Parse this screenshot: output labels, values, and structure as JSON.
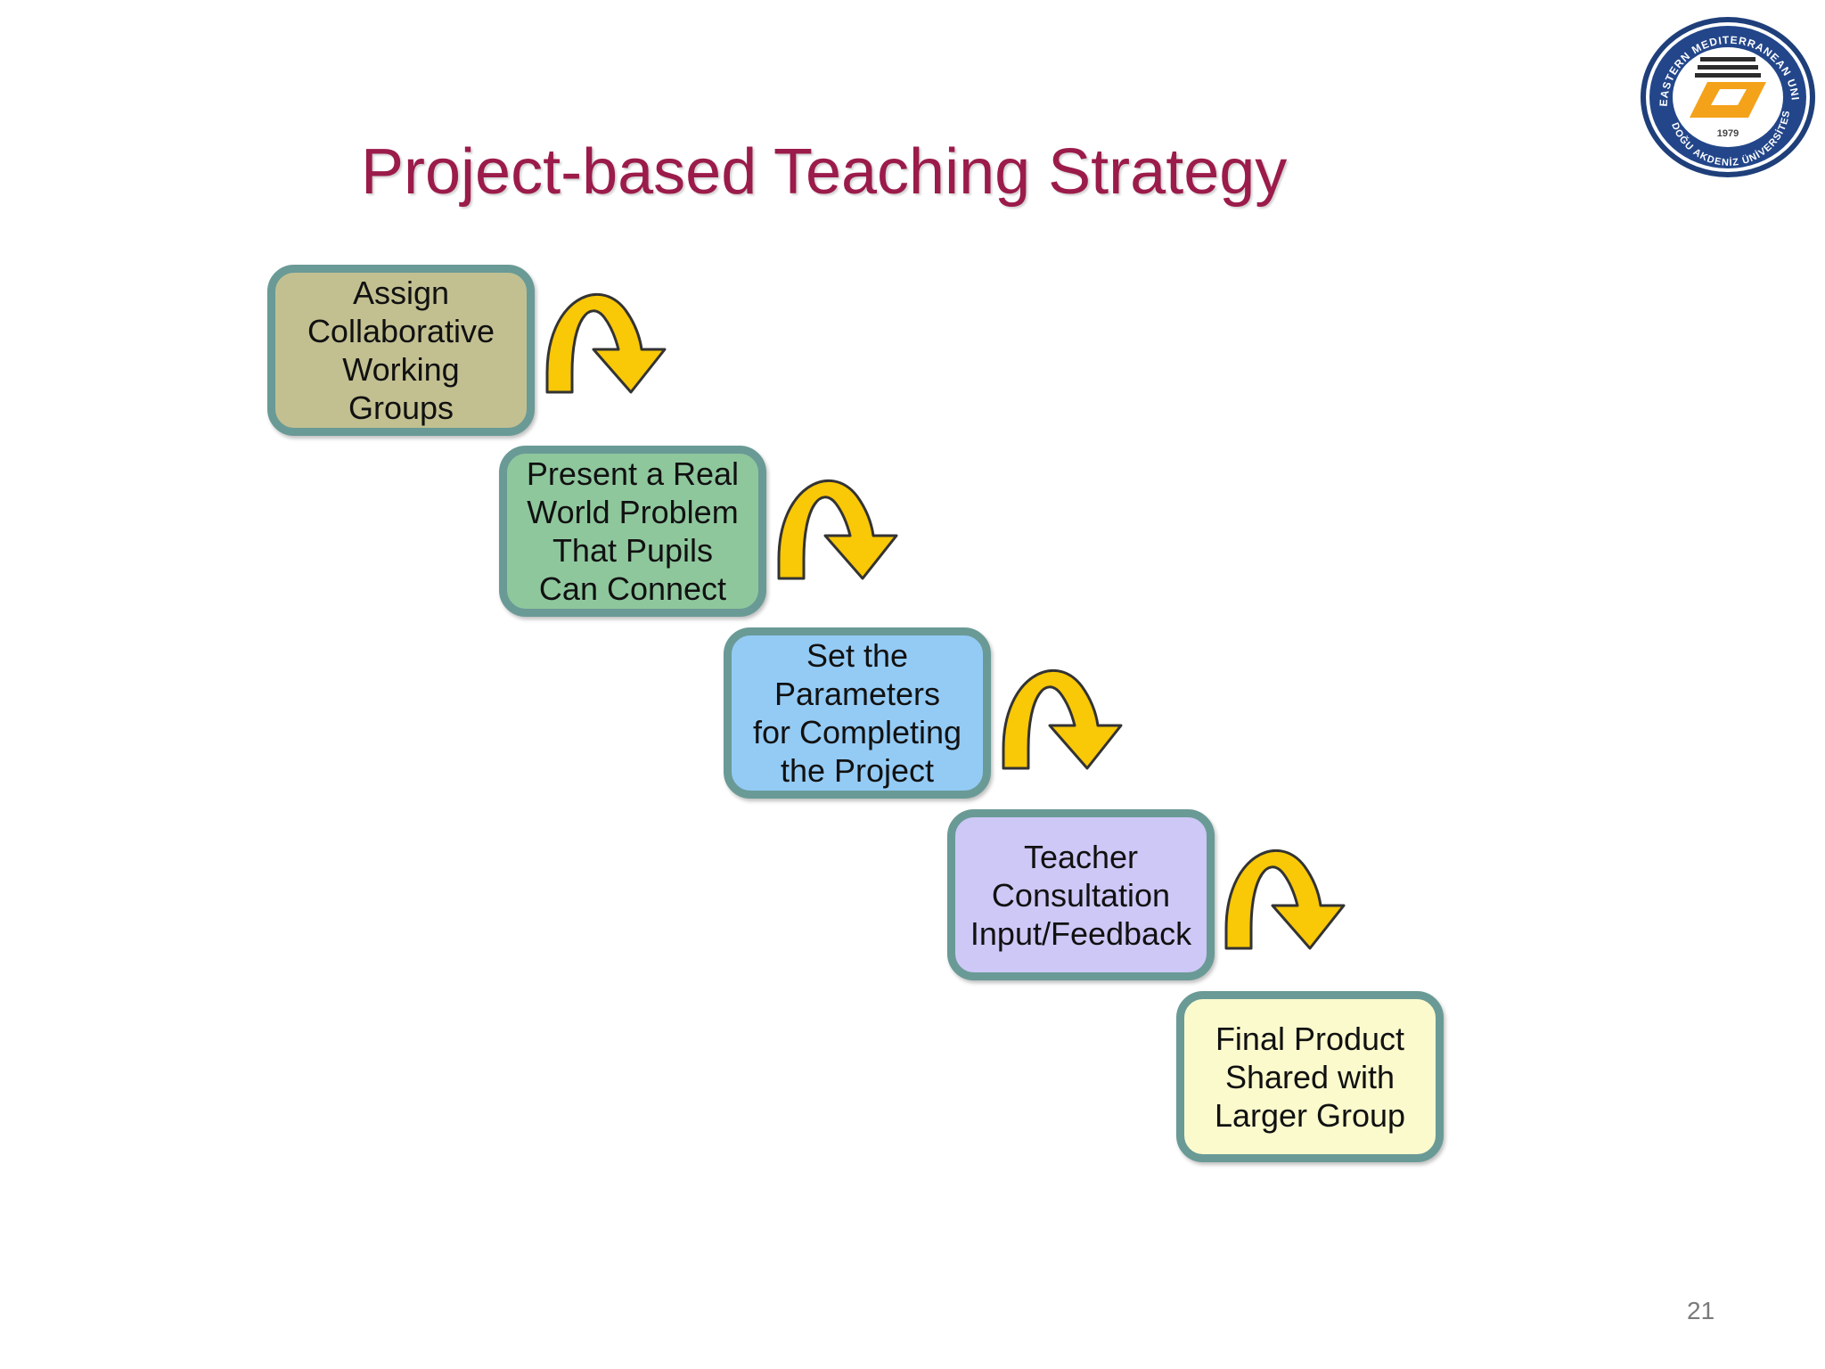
{
  "slide": {
    "title": "Project-based Teaching Strategy",
    "page_number": "21"
  },
  "logo": {
    "top_text": "EASTERN MEDITERRANEAN UNIVERSITY",
    "bottom_text": "DOĞU AKDENİZ ÜNİVERSİTESİ",
    "year": "1979"
  },
  "steps": [
    {
      "label": "Assign\nCollaborative\nWorking\nGroups",
      "fill": "#c2c091"
    },
    {
      "label": "Present a Real\nWorld Problem\nThat Pupils\nCan Connect",
      "fill": "#8fc79d"
    },
    {
      "label": "Set the\nParameters\nfor Completing\nthe Project",
      "fill": "#94cbf5"
    },
    {
      "label": "Teacher\nConsultation\nInput/Feedback",
      "fill": "#cdc8f6"
    },
    {
      "label": "Final Product\nShared with\nLarger Group",
      "fill": "#fafacd"
    }
  ],
  "colors": {
    "title": "#9b1b4a",
    "box_border": "#6a9a96",
    "arrow_fill": "#f9c806",
    "arrow_stroke": "#333333"
  },
  "icons": {
    "connector": "curved-down-arrow-icon",
    "logo": "university-seal-logo"
  }
}
